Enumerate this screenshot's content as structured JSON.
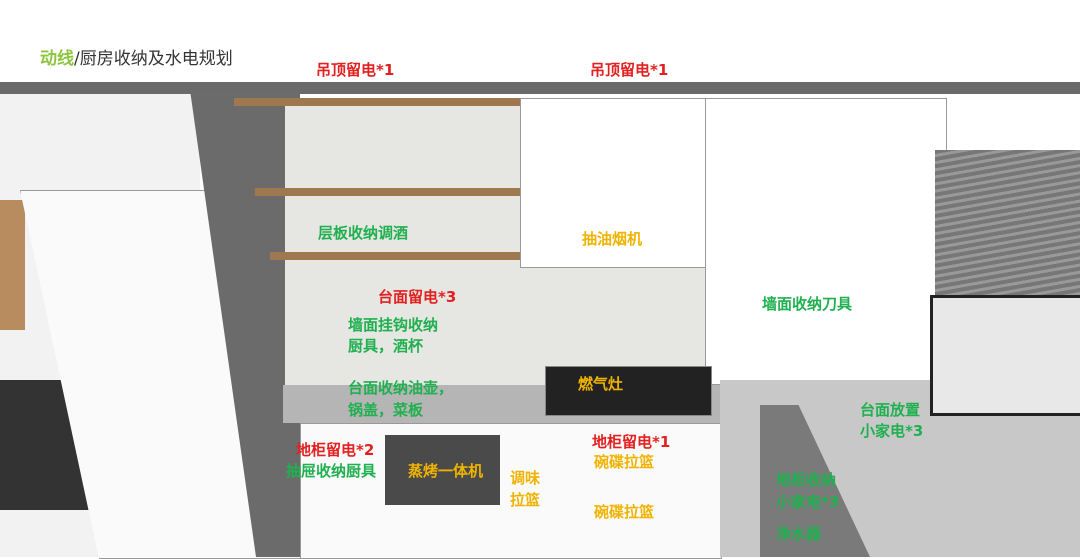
{
  "title": {
    "accent": "动线",
    "rest": "/厨房收纳及水电规划"
  },
  "colors": {
    "red": "#e32020",
    "green": "#20b050",
    "yellow": "#f0b400",
    "title_accent": "#8cc63f"
  },
  "labels": [
    {
      "text": "吊顶留电*1",
      "color": "red"
    },
    {
      "text": "吊顶留电*1",
      "color": "red"
    },
    {
      "text": "层板收纳调酒",
      "color": "green"
    },
    {
      "text": "抽油烟机",
      "color": "yellow"
    },
    {
      "text": "台面留电*3",
      "color": "red"
    },
    {
      "text": "墙面挂钩收纳",
      "color": "green"
    },
    {
      "text": "厨具，酒杯",
      "color": "green"
    },
    {
      "text": "墙面收纳刀具",
      "color": "green"
    },
    {
      "text": "台面收纳油壶，",
      "color": "green"
    },
    {
      "text": "锅盖，菜板",
      "color": "green"
    },
    {
      "text": "燃气灶",
      "color": "yellow"
    },
    {
      "text": "台面放置",
      "color": "green"
    },
    {
      "text": "小家电*3",
      "color": "green"
    },
    {
      "text": "地柜留电*2",
      "color": "red"
    },
    {
      "text": "抽屉收纳厨具",
      "color": "green"
    },
    {
      "text": "蒸烤一体机",
      "color": "yellow"
    },
    {
      "text": "调味",
      "color": "yellow"
    },
    {
      "text": "拉篮",
      "color": "yellow"
    },
    {
      "text": "地柜留电*1",
      "color": "red"
    },
    {
      "text": "碗碟拉篮",
      "color": "yellow"
    },
    {
      "text": "碗碟拉篮",
      "color": "yellow"
    },
    {
      "text": "地柜收纳",
      "color": "green"
    },
    {
      "text": "小家电*3",
      "color": "green"
    },
    {
      "text": "净水器",
      "color": "green"
    }
  ]
}
